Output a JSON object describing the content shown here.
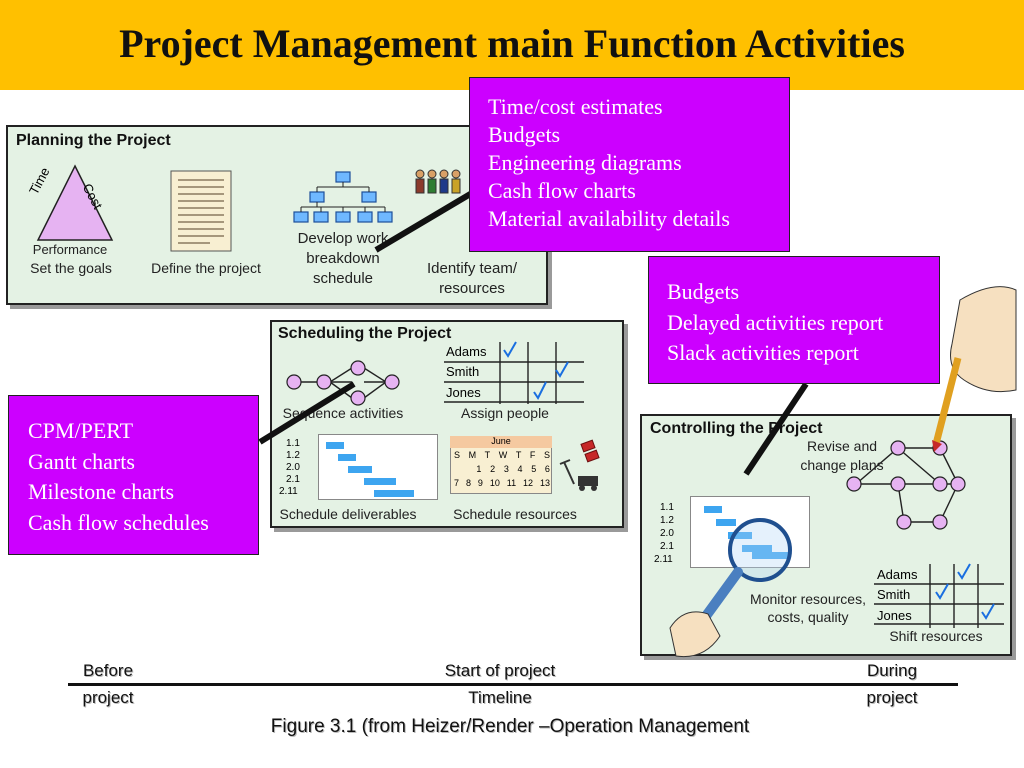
{
  "title": "Project Management main Function Activities",
  "colors": {
    "title_bar": "#ffc000",
    "callout": "#cc00ff",
    "panel_bg": "#e4f2e4",
    "node": "#e6b3f2",
    "bar_blue": "#3da5f0",
    "check": "#1a6fe0"
  },
  "planning": {
    "title": "Planning the Project",
    "triangle_time": "Time",
    "triangle_cost": "Cost",
    "triangle_performance": "Performance",
    "set_goals": "Set the goals",
    "define_project": "Define the project",
    "wbs_line1": "Develop work",
    "wbs_line2": "breakdown",
    "wbs_line3": "schedule",
    "team_line1": "Identify team/",
    "team_line2": "resources"
  },
  "scheduling": {
    "title": "Scheduling the Project",
    "sequence": "Sequence activities",
    "assign": "Assign people",
    "names": [
      "Adams",
      "Smith",
      "Jones"
    ],
    "wbs_codes": [
      "1.1",
      "1.2",
      "2.0",
      "2.1",
      "2.11"
    ],
    "deliverables": "Schedule deliverables",
    "calendar_month": "June",
    "calendar_days": [
      "S",
      "M",
      "T",
      "W",
      "T",
      "F",
      "S"
    ],
    "calendar_row1": [
      "",
      "",
      "1",
      "2",
      "3",
      "4",
      "5",
      "6"
    ],
    "calendar_row2": [
      "7",
      "8",
      "9",
      "10",
      "11",
      "12",
      "13"
    ],
    "resources": "Schedule resources"
  },
  "controlling": {
    "title": "Controlling the Project",
    "revise_line1": "Revise and",
    "revise_line2": "change plans",
    "wbs_codes": [
      "1.1",
      "1.2",
      "2.0",
      "2.1",
      "2.11"
    ],
    "monitor_line1": "Monitor resources,",
    "monitor_line2": "costs, quality",
    "names": [
      "Adams",
      "Smith",
      "Jones"
    ],
    "shift": "Shift resources"
  },
  "callouts": {
    "planning": [
      "Time/cost estimates",
      "Budgets",
      "Engineering diagrams",
      "Cash flow charts",
      "Material availability details"
    ],
    "scheduling": [
      "CPM/PERT",
      "Gantt charts",
      "Milestone charts",
      "Cash flow schedules"
    ],
    "controlling": [
      "Budgets",
      "Delayed activities report",
      "Slack activities report"
    ]
  },
  "timeline": {
    "before_line1": "Before",
    "before_line2": "project",
    "start_line1": "Start of project",
    "start_line2": "Timeline",
    "during_line1": "During",
    "during_line2": "project"
  },
  "caption": "Figure 3.1 (from Heizer/Render –Operation Management"
}
